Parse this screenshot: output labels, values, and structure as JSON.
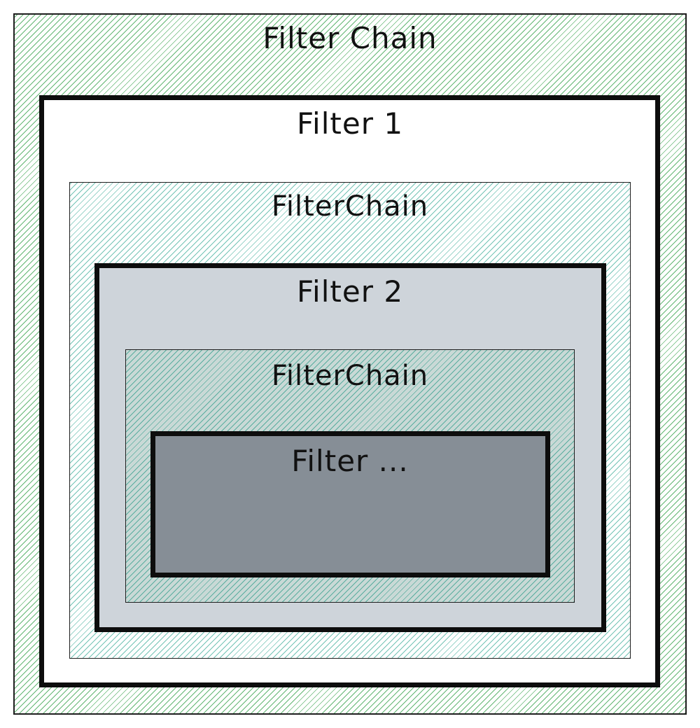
{
  "diagram": {
    "outer_chain": {
      "label": "Filter Chain",
      "fill": "#b2f2bb",
      "hatch_color": "#2f9e44"
    },
    "filter1": {
      "label": "Filter 1",
      "fill": "#ffffff"
    },
    "mid_chain": {
      "label": "FilterChain",
      "hatch_color": "#38aa96"
    },
    "filter2": {
      "label": "Filter 2",
      "fill": "#ced4da"
    },
    "inner_chain": {
      "label": "FilterChain",
      "hatch_color": "#1e9682"
    },
    "filter_n": {
      "label": "Filter ...",
      "fill": "#868e96"
    }
  }
}
